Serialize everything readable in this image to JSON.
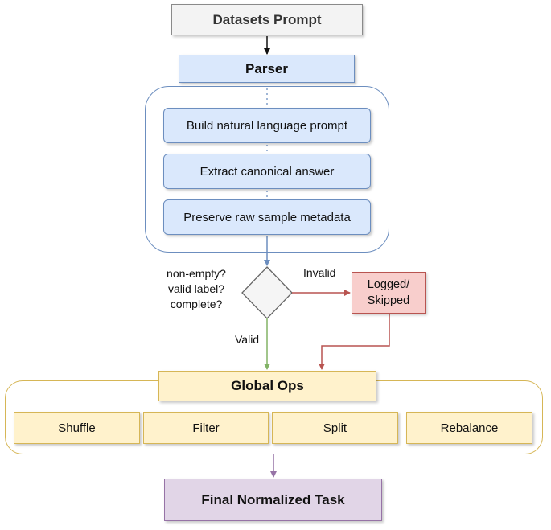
{
  "source": {
    "label": "Datasets Prompt"
  },
  "parser": {
    "label": "Parser",
    "steps": [
      "Build natural language prompt",
      "Extract canonical answer",
      "Preserve raw sample metadata"
    ]
  },
  "validation": {
    "conditions": [
      "non-empty?",
      "valid label?",
      "complete?"
    ],
    "invalid_label": "Invalid",
    "valid_label": "Valid"
  },
  "reject": {
    "line1": "Logged/",
    "line2": "Skipped"
  },
  "global_ops": {
    "label": "Global Ops",
    "ops": [
      "Shuffle",
      "Filter",
      "Split",
      "Rebalance"
    ]
  },
  "final": {
    "label": "Final Normalized Task"
  },
  "colors": {
    "source_fill": "#f3f3f3",
    "parser_fill": "#dae8fc",
    "parser_stroke": "#6c8ebf",
    "reject_fill": "#f8cecc",
    "reject_stroke": "#b85450",
    "valid_edge": "#82b366",
    "ops_fill": "#fff2cc",
    "ops_stroke": "#d6b656",
    "final_fill": "#e1d5e7",
    "final_stroke": "#9673a6"
  }
}
